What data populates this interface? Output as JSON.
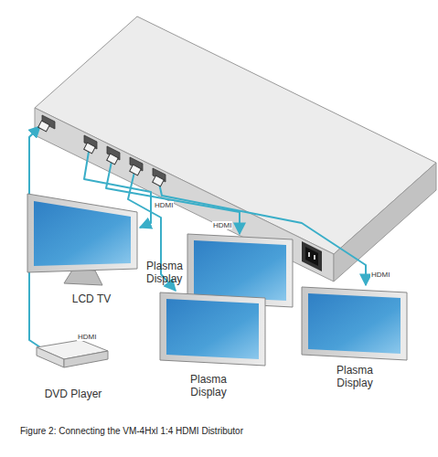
{
  "diagram": {
    "caption": "Figure 2: Connecting the VM-4Hxl 1:4 HDMI Distributor",
    "nodes": [
      {
        "text": [
          "Plasma Display"
        ]
      },
      {
        "text": [
          "LCD TV"
        ]
      },
      {
        "text": [
          "Plasma Display"
        ]
      },
      {
        "text": [
          "Plasma Display"
        ]
      },
      {
        "text": [
          "DVD Player"
        ]
      }
    ],
    "labels": [
      "HDMI",
      "HDMI",
      "HDMI",
      "HDMI"
    ]
  }
}
